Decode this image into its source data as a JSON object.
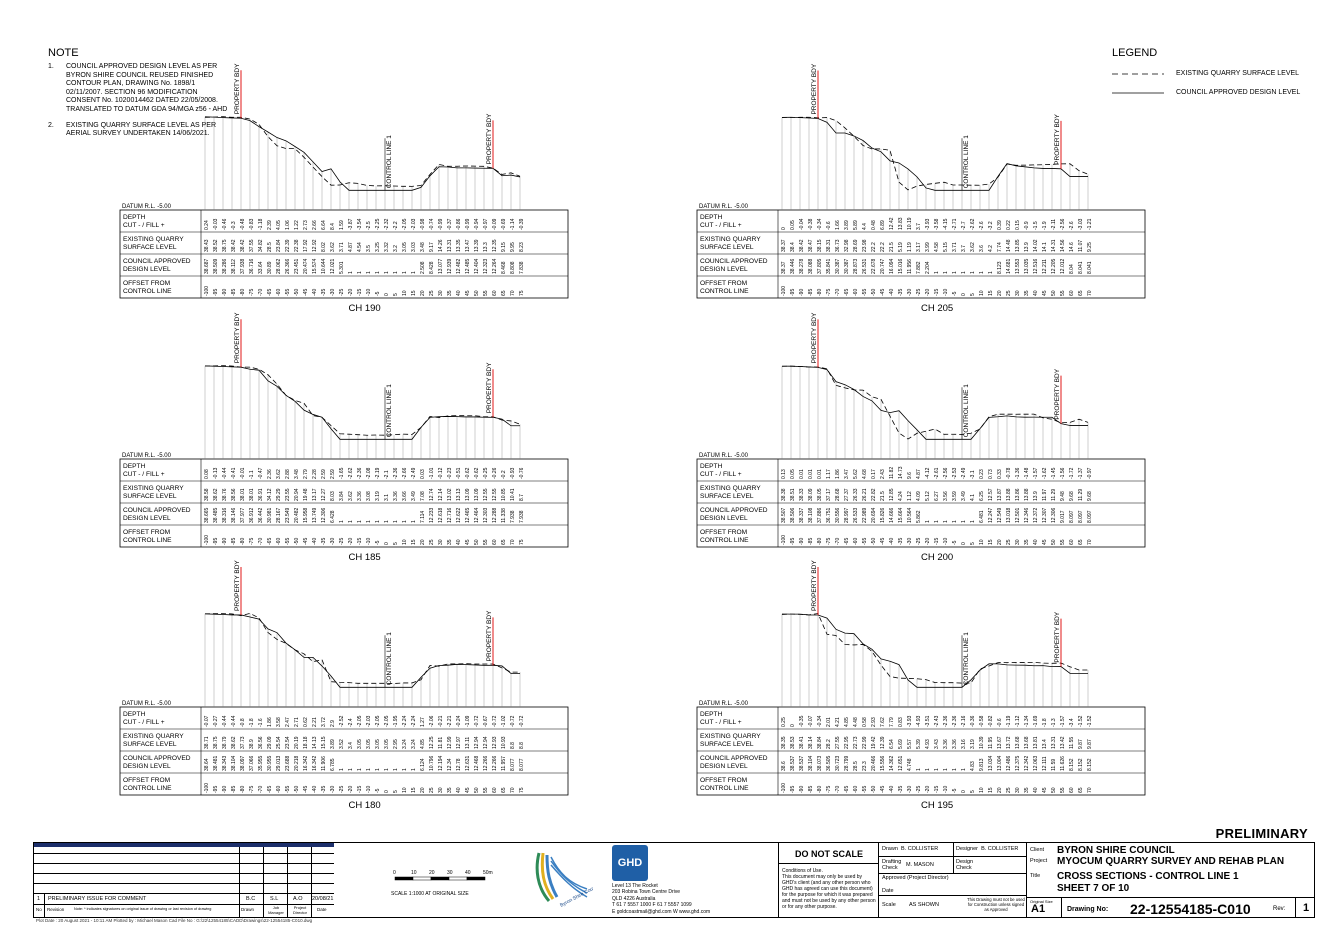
{
  "note": {
    "title": "NOTE",
    "items": [
      {
        "num": "1.",
        "text": "COUNCIL APPROVED DESIGN LEVEL AS PER\nBYRON SHIRE COUNCIL REUSED FINISHED\nCONTOUR PLAN, DRAWING No. 1898/1\n02/11/2007. SECTION 96 MODIFICATION\nCONSENT No. 1020014462 DATED 22/05/2008.\nTRANSLATED TO DATUM GDA 94/MGA z56 - AHD"
      },
      {
        "num": "2.",
        "text": "EXISTING QUARRY SURFACE LEVEL AS PER\nAERIAL SURVEY UNDERTAKEN 14/06/2021."
      }
    ]
  },
  "legend": {
    "title": "LEGEND",
    "existing": "EXISTING QUARRY SURFACE LEVEL",
    "approved": "COUNCIL APPROVED DESIGN LEVEL"
  },
  "section_labels": {
    "datum": "DATUM R.L. -5.00",
    "depth": "DEPTH",
    "cutfill": "CUT - / FILL +",
    "existing1": "EXISTING QUARRY",
    "existing2": "SURFACE LEVEL",
    "approved1": "COUNCIL APPROVED",
    "approved2": "DESIGN LEVEL",
    "offset1": "OFFSET FROM",
    "offset2": "CONTROL LINE",
    "property": "PROPERTY BDY",
    "control": "CONTROL LINE 1"
  },
  "sections": [
    {
      "name": "CH 190",
      "offsets": [
        "-100",
        "-95",
        "-90",
        "-85",
        "-80",
        "-75",
        "-70",
        "-65",
        "-60",
        "-55",
        "-50",
        "-45",
        "-40",
        "-35",
        "-30",
        "-25",
        "-20",
        "-15",
        "-10",
        "-5",
        "0",
        "5",
        "10",
        "15",
        "20",
        "25",
        "30",
        "35",
        "40",
        "45",
        "50",
        "55",
        "60",
        "65",
        "70",
        "75"
      ],
      "depth": [
        "0.24",
        "-0.03",
        "-0.46",
        "-0.3",
        "-0.48",
        "-0.83",
        "-1.18",
        "2.39",
        "4.05",
        "1.06",
        "1.22",
        "2.73",
        "2.66",
        "6.64",
        "8.4",
        "1.59",
        "-3.87",
        "-3.54",
        "-2.5",
        "-2.25",
        "-2.32",
        "-2.2",
        "-2.05",
        "-2.03",
        "-0.98",
        "-0.74",
        "-0.99",
        "-0.37",
        "-0.86",
        "-0.99",
        "-0.94",
        "-0.97",
        "-0.09",
        "-0.69",
        "-1.14",
        "-0.39"
      ],
      "existing": [
        "38.43",
        "38.52",
        "38.75",
        "38.42",
        "38.42",
        "37.55",
        "34.82",
        "28.5",
        "23.84",
        "22.39",
        "22.38",
        "17.92",
        "12.92",
        "8.02",
        "3.62",
        "3.71",
        "4.87",
        "4.54",
        "3.5",
        "3.25",
        "3.32",
        "3.2",
        "3.05",
        "3.03",
        "3.48",
        "9.17",
        "14.26",
        "13.31",
        "13.35",
        "13.47",
        "13.39",
        "13.3",
        "12.35",
        "9.15",
        "9.95",
        "8.23"
      ],
      "approved": [
        "38.687",
        "38.509",
        "38.286",
        "38.112",
        "37.938",
        "36.716",
        "33.64",
        "30.89",
        "28.062",
        "26.366",
        "23.451",
        "20.474",
        "15.574",
        "10.644",
        "12.021",
        "5.301",
        "1",
        "1",
        "1",
        "1",
        "1",
        "1",
        "1",
        "1",
        "2.508",
        "8.428",
        "13.077",
        "12.939",
        "12.482",
        "12.485",
        "12.404",
        "12.323",
        "12.264",
        "8.468",
        "8.808",
        "7.838"
      ]
    },
    {
      "name": "CH 205",
      "offsets": [
        "-100",
        "-95",
        "-90",
        "-85",
        "-80",
        "-75",
        "-70",
        "-65",
        "-60",
        "-55",
        "-50",
        "-45",
        "-40",
        "-35",
        "-30",
        "-25",
        "-20",
        "-15",
        "-10",
        "-5",
        "0",
        "5",
        "10",
        "15",
        "20",
        "25",
        "30",
        "35",
        "40",
        "45",
        "50",
        "55",
        "60",
        "65",
        "70"
      ],
      "depth": [
        "0",
        "0.05",
        "-0.04",
        "-0.38",
        "-0.34",
        "-0.6",
        "1.66",
        "3.89",
        "5.89",
        "4.4",
        "0.48",
        "6.89",
        "12.42",
        "13.83",
        "10.19",
        "3.7",
        "-3.93",
        "-3.58",
        "-4.15",
        "-2.71",
        "-2.7",
        "-2.62",
        "-2.6",
        "-3.2",
        "0.39",
        "0.22",
        "0.15",
        "-0.9",
        "-1.5",
        "-1.9",
        "-2.11",
        "-2.56",
        "-2.6",
        "-3.03",
        "-1.21"
      ],
      "existing": [
        "38.37",
        "38.4",
        "38.42",
        "38.47",
        "38.15",
        "38.31",
        "36.73",
        "32.98",
        "28.69",
        "23.98",
        "22.2",
        "22.2",
        "21.5",
        "5.19",
        "1.19",
        "3.17",
        "3.99",
        "4.58",
        "5.15",
        "3.71",
        "3.7",
        "3.62",
        "3.6",
        "4.2",
        "7.74",
        "14.48",
        "13.85",
        "13.9",
        "14.02",
        "14.1",
        "14.31",
        "14.56",
        "14.6",
        "11.07",
        "9.25"
      ],
      "approved": [
        "38.37",
        "38.446",
        "38.278",
        "38.088",
        "37.805",
        "35.841",
        "30.387",
        "30.387",
        "28.873",
        "26.531",
        "22.678",
        "20.747",
        "16.094",
        "15.016",
        "11.956",
        "7.882",
        "2.204",
        "1",
        "1",
        "1",
        "1",
        "1",
        "1",
        "1",
        "8.123",
        "14.681",
        "13.553",
        "13.035",
        "12.516",
        "12.211",
        "12.205",
        "12.012",
        "8.04",
        "8.041",
        "8.041"
      ]
    },
    {
      "name": "CH 185",
      "offsets": [
        "-100",
        "-95",
        "-90",
        "-85",
        "-80",
        "-75",
        "-70",
        "-65",
        "-60",
        "-55",
        "-50",
        "-45",
        "-40",
        "-35",
        "-30",
        "-25",
        "-20",
        "-15",
        "-10",
        "-5",
        "0",
        "5",
        "10",
        "15",
        "20",
        "25",
        "30",
        "35",
        "40",
        "45",
        "50",
        "55",
        "60",
        "65",
        "70",
        "75"
      ],
      "depth": [
        "0.08",
        "-0.13",
        "-0.44",
        "-0.41",
        "-0.01",
        "-1.1",
        "-0.47",
        "2.36",
        "3.62",
        "2.88",
        "3.48",
        "2.79",
        "2.28",
        "2.59",
        "2.59",
        "-1.65",
        "-2.62",
        "-2.36",
        "-2.08",
        "-2.19",
        "-2.1",
        "-2.36",
        "-2.66",
        "-2.49",
        "0.03",
        "-1.01",
        "-0.12",
        "-0.23",
        "-0.51",
        "-0.62",
        "-0.62",
        "-0.25",
        "-0.26",
        "-0.2",
        "-0.93",
        "-0.76"
      ],
      "existing": [
        "38.58",
        "38.62",
        "38.76",
        "38.56",
        "38.01",
        "38.01",
        "36.91",
        "34.12",
        "29.29",
        "23.55",
        "20.94",
        "19.48",
        "13.17",
        "12.27",
        "8.03",
        "3.84",
        "3.62",
        "3.36",
        "3.08",
        "3.19",
        "3.1",
        "3.36",
        "3.66",
        "3.49",
        "7.08",
        "12.74",
        "12.14",
        "13.02",
        "13.13",
        "13.09",
        "13.09",
        "12.55",
        "12.55",
        "10.85",
        "10.41",
        "8.7"
      ],
      "approved": [
        "38.665",
        "38.485",
        "38.316",
        "38.146",
        "37.977",
        "36.912",
        "36.442",
        "30.981",
        "28.167",
        "23.549",
        "20.482",
        "15.958",
        "13.749",
        "12.306",
        "6.428",
        "1",
        "1",
        "1",
        "1",
        "1",
        "1",
        "1",
        "1",
        "1",
        "7.114",
        "12.233",
        "12.618",
        "12.716",
        "12.622",
        "12.465",
        "12.464",
        "12.303",
        "12.288",
        "11.338",
        "7.938",
        "7.938"
      ]
    },
    {
      "name": "CH 200",
      "offsets": [
        "-100",
        "-95",
        "-90",
        "-85",
        "-80",
        "-75",
        "-70",
        "-65",
        "-60",
        "-55",
        "-50",
        "-45",
        "-40",
        "-35",
        "-30",
        "-25",
        "-20",
        "-15",
        "-10",
        "-5",
        "0",
        "5",
        "10",
        "15",
        "20",
        "25",
        "30",
        "35",
        "40",
        "45",
        "50",
        "55",
        "60",
        "65",
        "70"
      ],
      "depth": [
        "0.13",
        "0.05",
        "0.01",
        "0.01",
        "0.01",
        "1.17",
        "1.86",
        "3.47",
        "5.62",
        "4.68",
        "0.17",
        "2.43",
        "11.82",
        "14.73",
        "9.6",
        "4.87",
        "-4.12",
        "-2.61",
        "-2.56",
        "-2.53",
        "-2.49",
        "-3.1",
        "0.23",
        "0.73",
        "0.33",
        "-0.78",
        "-1.36",
        "-1.48",
        "-1.57",
        "-1.62",
        "-1.45",
        "-1.56",
        "-1.72",
        "-1.37",
        "-0.97"
      ],
      "existing": [
        "38.38",
        "38.51",
        "38.33",
        "38.09",
        "38.05",
        "37.17",
        "28.68",
        "27.37",
        "26.33",
        "26.21",
        "22.82",
        "21.5",
        "12.85",
        "4.24",
        "1.12",
        "4.09",
        "5.12",
        "6.27",
        "3.56",
        "3.59",
        "3.49",
        "4.1",
        "6.25",
        "12.57",
        "13.87",
        "13.88",
        "13.86",
        "13.88",
        "13.9",
        "11.97",
        "11.29",
        "9.48",
        "9.68",
        "11.29",
        "9.68"
      ],
      "approved": [
        "38.507",
        "38.506",
        "38.337",
        "38.108",
        "37.886",
        "36.751",
        "30.556",
        "28.997",
        "26.533",
        "22.989",
        "20.694",
        "15.826",
        "14.666",
        "15.664",
        "10.564",
        "5.862",
        "1",
        "1",
        "1",
        "1",
        "1",
        "1",
        "6.481",
        "12.247",
        "12.549",
        "13.018",
        "12.501",
        "12.346",
        "12.372",
        "12.307",
        "12.306",
        "9.017",
        "8.097",
        "8.097",
        "8.097"
      ]
    },
    {
      "name": "CH 180",
      "offsets": [
        "-100",
        "-95",
        "-90",
        "-85",
        "-80",
        "-75",
        "-70",
        "-65",
        "-60",
        "-55",
        "-50",
        "-45",
        "-40",
        "-35",
        "-30",
        "-25",
        "-20",
        "-15",
        "-10",
        "-5",
        "0",
        "5",
        "10",
        "15",
        "20",
        "25",
        "30",
        "35",
        "40",
        "45",
        "50",
        "55",
        "60",
        "65",
        "70",
        "75"
      ],
      "depth": [
        "-0.07",
        "-0.27",
        "-0.44",
        "-0.44",
        "-0.8",
        "-1.8",
        "-1.6",
        "1.86",
        "3.58",
        "2.47",
        "2.71",
        "0.62",
        "2.21",
        "3.72",
        "2.9",
        "-2.52",
        "-2.4",
        "-2.05",
        "-2.03",
        "-2.05",
        "-2.05",
        "-1.95",
        "-2.24",
        "-2.24",
        "1.27",
        "-2.06",
        "-0.21",
        "-2.21",
        "-0.24",
        "-1.09",
        "-0.72",
        "-0.67",
        "-0.72",
        "-1.02",
        "-0.72",
        "-0.72"
      ],
      "existing": [
        "38.71",
        "38.75",
        "38.79",
        "38.62",
        "37.73",
        "38.9",
        "36.56",
        "29.09",
        "25.54",
        "23.54",
        "20.19",
        "18.18",
        "14.13",
        "15.15",
        "3.89",
        "3.52",
        "3.4",
        "3.05",
        "3.05",
        "3.05",
        "3.05",
        "2.95",
        "3.24",
        "3.24",
        "4.85",
        "12.25",
        "11.81",
        "12.99",
        "12.97",
        "13.11",
        "12.94",
        "12.94",
        "12.93",
        "10.93",
        "8.8",
        "8.8"
      ],
      "approved": [
        "38.64",
        "38.481",
        "38.343",
        "38.104",
        "38.097",
        "37.066",
        "35.955",
        "30.955",
        "29.013",
        "23.688",
        "20.218",
        "16.342",
        "16.342",
        "11.906",
        "6.785",
        "1",
        "1",
        "1",
        "1",
        "1",
        "1",
        "1",
        "1",
        "1",
        "6.124",
        "10.796",
        "12.194",
        "12.34",
        "12.78",
        "12.631",
        "12.468",
        "12.266",
        "12.266",
        "11.957",
        "8.077",
        "8.077"
      ]
    },
    {
      "name": "CH 195",
      "offsets": [
        "-100",
        "-95",
        "-90",
        "-85",
        "-80",
        "-75",
        "-70",
        "-65",
        "-60",
        "-55",
        "-50",
        "-45",
        "-40",
        "-35",
        "-30",
        "-25",
        "-20",
        "-15",
        "-10",
        "-5",
        "0",
        "5",
        "10",
        "15",
        "20",
        "25",
        "30",
        "35",
        "40",
        "45",
        "50",
        "55",
        "60",
        "65",
        "70"
      ],
      "depth": [
        "0.25",
        "0",
        "-0.35",
        "-0.07",
        "-0.34",
        "2.01",
        "4.21",
        "4.85",
        "4.48",
        "0.58",
        "2.93",
        "7.62",
        "7.79",
        "0.83",
        "-3.93",
        "-4.93",
        "-3.51",
        "-2.43",
        "-2.36",
        "-2.36",
        "-2.16",
        "-0.36",
        "-0.58",
        "-0.82",
        "-0.6",
        "-1.19",
        "-1.12",
        "-1.34",
        "-1.69",
        "-1.8",
        "-1.3",
        "-1.57",
        "-3.4",
        "-1.52",
        "-1.52"
      ],
      "existing": [
        "38.35",
        "38.53",
        "38.41",
        "38.14",
        "38.84",
        "28.2",
        "27.55",
        "22.95",
        "22.73",
        "22.99",
        "19.42",
        "12.39",
        "6.54",
        "5.69",
        "5.57",
        "5.39",
        "4.93",
        "3.43",
        "3.36",
        "3.36",
        "3.16",
        "3.19",
        "10.39",
        "11.95",
        "13.67",
        "13.72",
        "13.68",
        "13.68",
        "13.81",
        "13.4",
        "13.31",
        "13.42",
        "11.55",
        "9.87",
        "9.87"
      ],
      "approved": [
        "38.6",
        "38.537",
        "38.537",
        "38.104",
        "38.073",
        "36.505",
        "30.723",
        "28.799",
        "28.5",
        "23.3",
        "20.466",
        "15.556",
        "14.362",
        "12.651",
        "4.748",
        "1",
        "1",
        "1",
        "1",
        "1",
        "1",
        "4.83",
        "9.813",
        "13.034",
        "13.004",
        "12.486",
        "12.375",
        "12.342",
        "12.063",
        "12.111",
        "11.59",
        "11.626",
        "8.152",
        "8.152",
        "8.152"
      ]
    }
  ],
  "title_block": {
    "preliminary": "PRELIMINARY",
    "revision_row": {
      "no": "1",
      "revision": "PRELIMINARY ISSUE FOR COMMENT",
      "drawn": "B.C",
      "job_manager": "S.L",
      "project_director": "A.O",
      "date": "20/08/21"
    },
    "headers": {
      "no": "No",
      "revision": "Revision",
      "note": "Note: * indicates signatures on original issue of drawing or last revision of drawing",
      "drawn": "Drawn",
      "job_manager": "Job Manager",
      "project_director": "Project Director",
      "date": "Date"
    },
    "scale_ticks": [
      "0",
      "10",
      "20",
      "30",
      "40",
      "50m"
    ],
    "scale_caption": "SCALE 1:1000  AT ORIGINAL SIZE",
    "logo_text": "Byron Shire Council",
    "ghd_logo": "GHD",
    "ghd_address": [
      "Level 13 The Rocket",
      "203 Robina Town Centre Drive",
      "QLD 4226 Australia",
      "T 61 7 5557 1000  F 61 7 5557 1099",
      "E goldcoastmail@ghd.com  W www.ghd.com"
    ],
    "dns": "DO NOT SCALE",
    "conditions": "Conditions of Use.\nThis document may only be used by GHD's client (and any other person who GHD has agreed can use this document) for the purpose for which it was prepared and must not be used by any other person or for any other purpose.",
    "drawn_label": "Drawn",
    "drawn_value": "B. COLLISTER",
    "designer_label": "Designer",
    "designer_value": "B. COLLISTER",
    "drafting_check_label": "Drafting Check",
    "drafting_check_value": "M. MASON",
    "design_check_label": "Design Check",
    "approved_label": "Approved (Project Director)",
    "date_label": "Date",
    "scale_label": "Scale",
    "scale_value": "AS SHOWN",
    "construction_note": "This Drawing must not be used for Construction unless signed as Approved",
    "client_label": "Client",
    "client_value": "BYRON SHIRE COUNCIL",
    "project_label": "Project",
    "project_value": "MYOCUM QUARRY SURVEY AND REHAB PLAN",
    "title_label": "Title",
    "title_value1": "CROSS SECTIONS - CONTROL LINE 1",
    "title_value2": "SHEET 7 OF 10",
    "orig_size_label": "Original Size",
    "orig_size_value": "A1",
    "drawing_no_label": "Drawing No:",
    "drawing_no_value": "22-12554185-C010",
    "rev_label": "Rev:",
    "rev_value": "1"
  },
  "plot_info": "Plot Date :  20 August 2021 - 10:11 AM        Plotted by :  Michael Mason              Cad File No :  G:\\22\\12554185\\CADD\\Drawings\\22-12554185-C010.dwg"
}
